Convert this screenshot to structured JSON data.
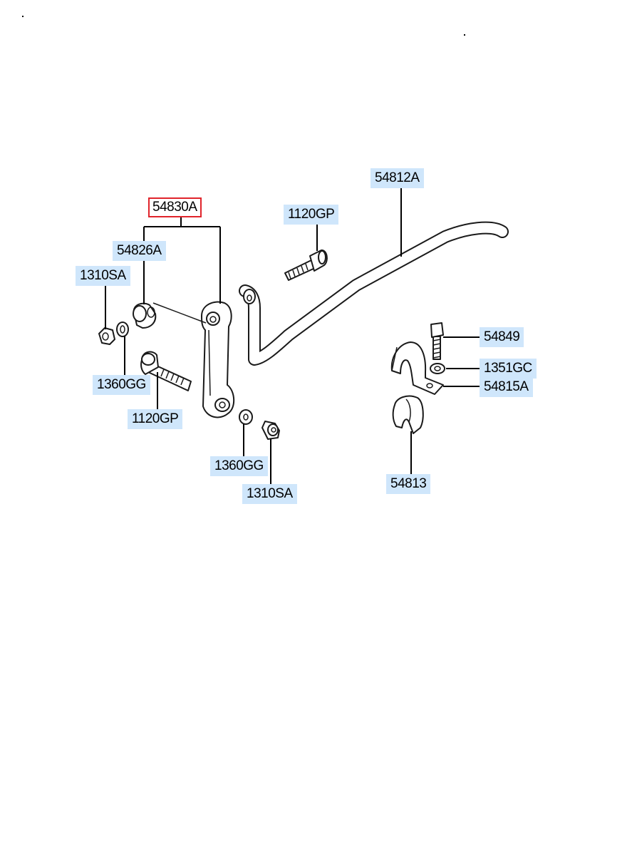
{
  "labels": {
    "stabilizer_bar": "54812A",
    "link_assembly": "54830A",
    "bolt_top": "1120GP",
    "bushing_link": "54826A",
    "nut_left": "1310SA",
    "washer_left": "1360GG",
    "bolt_left": "1120GP",
    "washer_bottom": "1360GG",
    "nut_bottom": "1310SA",
    "bolt_bracket": "54849",
    "washer_bracket": "1351GC",
    "bracket": "54815A",
    "bushing_bar": "54813"
  },
  "colors": {
    "label_bg": "#cfe6fb",
    "selected_border": "#e0242b",
    "line": "#1a1a1a"
  }
}
